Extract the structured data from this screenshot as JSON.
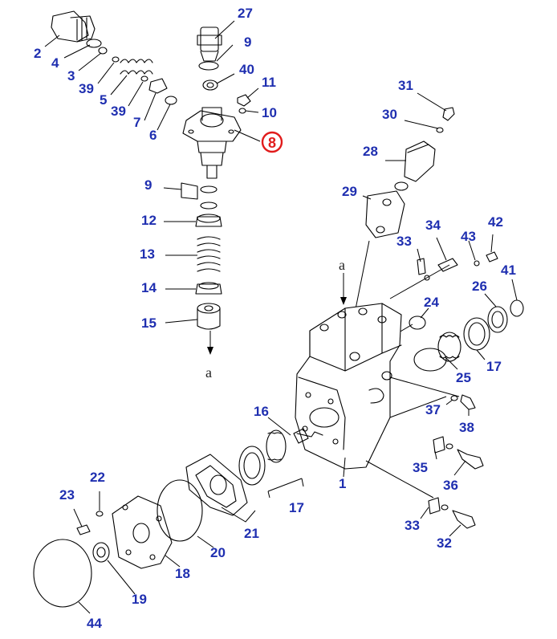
{
  "highlight": {
    "label": "8",
    "color": "#e11c1c"
  },
  "label_color": "#1f2fb0",
  "labels": {
    "l27": "27",
    "l9a": "9",
    "l40": "40",
    "l11": "11",
    "l10": "10",
    "l2": "2",
    "l4": "4",
    "l3": "3",
    "l39a": "39",
    "l5": "5",
    "l39b": "39",
    "l7": "7",
    "l6": "6",
    "l9b": "9",
    "l12": "12",
    "l13": "13",
    "l14": "14",
    "l15": "15",
    "l31": "31",
    "l30": "30",
    "l28": "28",
    "l29": "29",
    "l34": "34",
    "l42": "42",
    "l43": "43",
    "l33a": "33",
    "l41": "41",
    "l26": "26",
    "l24": "24",
    "l17a": "17",
    "l25": "25",
    "l37": "37",
    "l38": "38",
    "l16": "16",
    "l1": "1",
    "l35": "35",
    "l36": "36",
    "l17b": "17",
    "l21": "21",
    "l33b": "33",
    "l32": "32",
    "l23": "23",
    "l22": "22",
    "l20": "20",
    "l18": "18",
    "l19": "19",
    "l44": "44"
  },
  "flow_markers": {
    "a_top": "a",
    "a_bottom": "a"
  }
}
